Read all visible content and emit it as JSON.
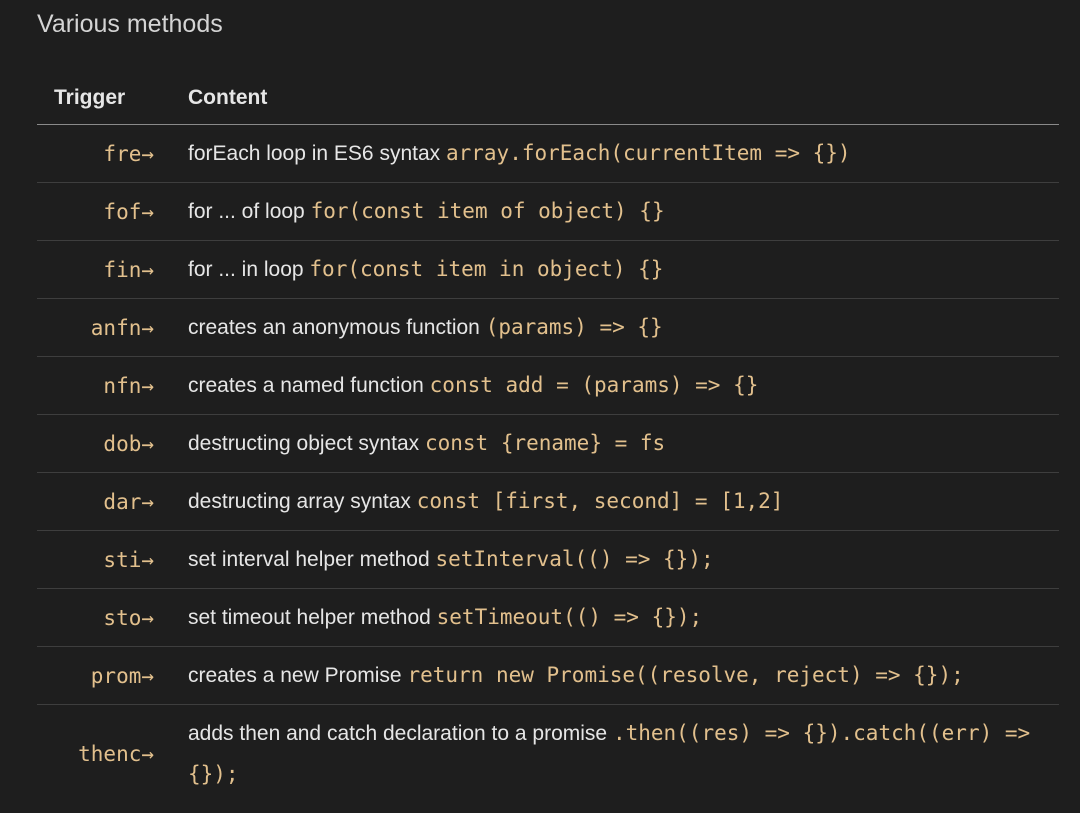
{
  "heading": "Various methods",
  "table": {
    "headers": {
      "trigger": "Trigger",
      "content": "Content"
    },
    "rows": [
      {
        "trigger": "fre→",
        "desc": "forEach loop in ES6 syntax ",
        "code": "array.forEach(currentItem => {})"
      },
      {
        "trigger": "fof→",
        "desc": "for ... of loop ",
        "code": "for(const item of object) {}"
      },
      {
        "trigger": "fin→",
        "desc": "for ... in loop ",
        "code": "for(const item in object) {}"
      },
      {
        "trigger": "anfn→",
        "desc": "creates an anonymous function ",
        "code": "(params) => {}"
      },
      {
        "trigger": "nfn→",
        "desc": "creates a named function ",
        "code": "const add = (params) => {}"
      },
      {
        "trigger": "dob→",
        "desc": "destructing object syntax ",
        "code": "const {rename} = fs"
      },
      {
        "trigger": "dar→",
        "desc": "destructing array syntax ",
        "code": "const [first, second] = [1,2]"
      },
      {
        "trigger": "sti→",
        "desc": "set interval helper method ",
        "code": "setInterval(() => {});"
      },
      {
        "trigger": "sto→",
        "desc": "set timeout helper method ",
        "code": "setTimeout(() => {});"
      },
      {
        "trigger": "prom→",
        "desc": "creates a new Promise ",
        "code": "return new Promise((resolve, reject) => {});"
      },
      {
        "trigger": "thenc→",
        "desc": "adds then and catch declaration to a promise ",
        "code": ".then((res) => {}).catch((err) => {});"
      }
    ]
  }
}
